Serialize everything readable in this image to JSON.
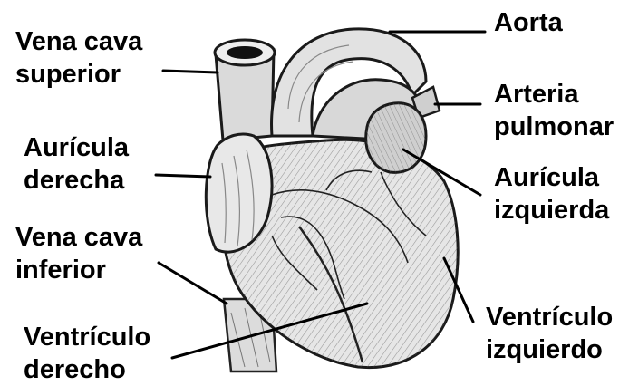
{
  "labels": {
    "aorta": {
      "line1": "Aorta"
    },
    "vena_cava_superior": {
      "line1": "Vena cava",
      "line2": "superior"
    },
    "arteria_pulmonar": {
      "line1": "Arteria",
      "line2": "pulmonar"
    },
    "auricula_derecha": {
      "line1": "Aurícula",
      "line2": "derecha"
    },
    "auricula_izquierda": {
      "line1": "Aurícula",
      "line2": "izquierda"
    },
    "vena_cava_inferior": {
      "line1": "Vena cava",
      "line2": "inferior"
    },
    "ventriculo_izquierdo": {
      "line1": "Ventrículo",
      "line2": "izquierdo"
    },
    "ventriculo_derecho": {
      "line1": "Ventrículo",
      "line2": "derecho"
    }
  }
}
